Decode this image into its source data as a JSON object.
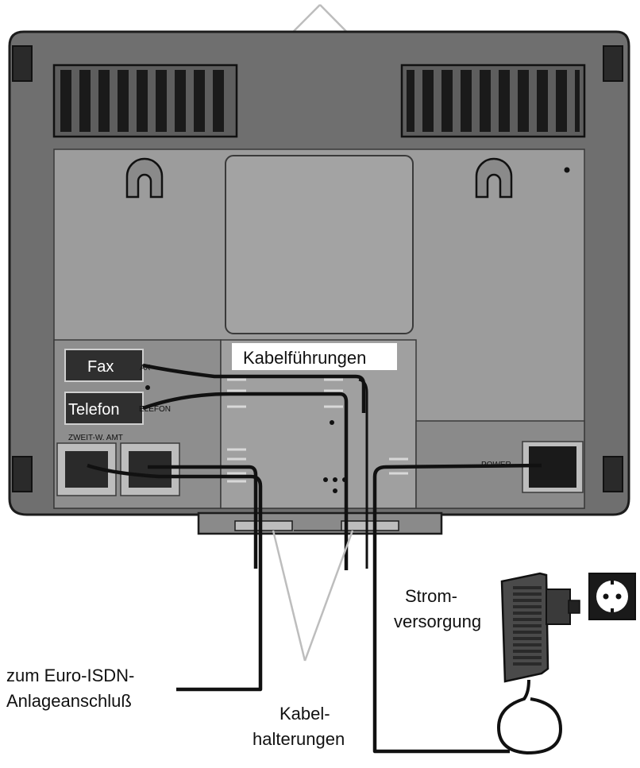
{
  "labels": {
    "fax": "Fax",
    "fax_print": "AX",
    "telefon": "Telefon",
    "telefon_print": "ELEFON",
    "zweit_amt": "ZWEIT-W. AMT",
    "power": "POWER",
    "kabelfuehrungen": "Kabelführungen",
    "strom_line1": "Strom-",
    "strom_line2": "versorgung",
    "isdn_line1": "zum Euro-ISDN-",
    "isdn_line2": "Anlageanschluß",
    "halter_line1": "Kabel-",
    "halter_line2": "halterungen"
  },
  "colors": {
    "housing": "#6f6f6f",
    "panel": "#9c9c9c",
    "dark": "#1a1a1a",
    "cable": "#111111"
  }
}
